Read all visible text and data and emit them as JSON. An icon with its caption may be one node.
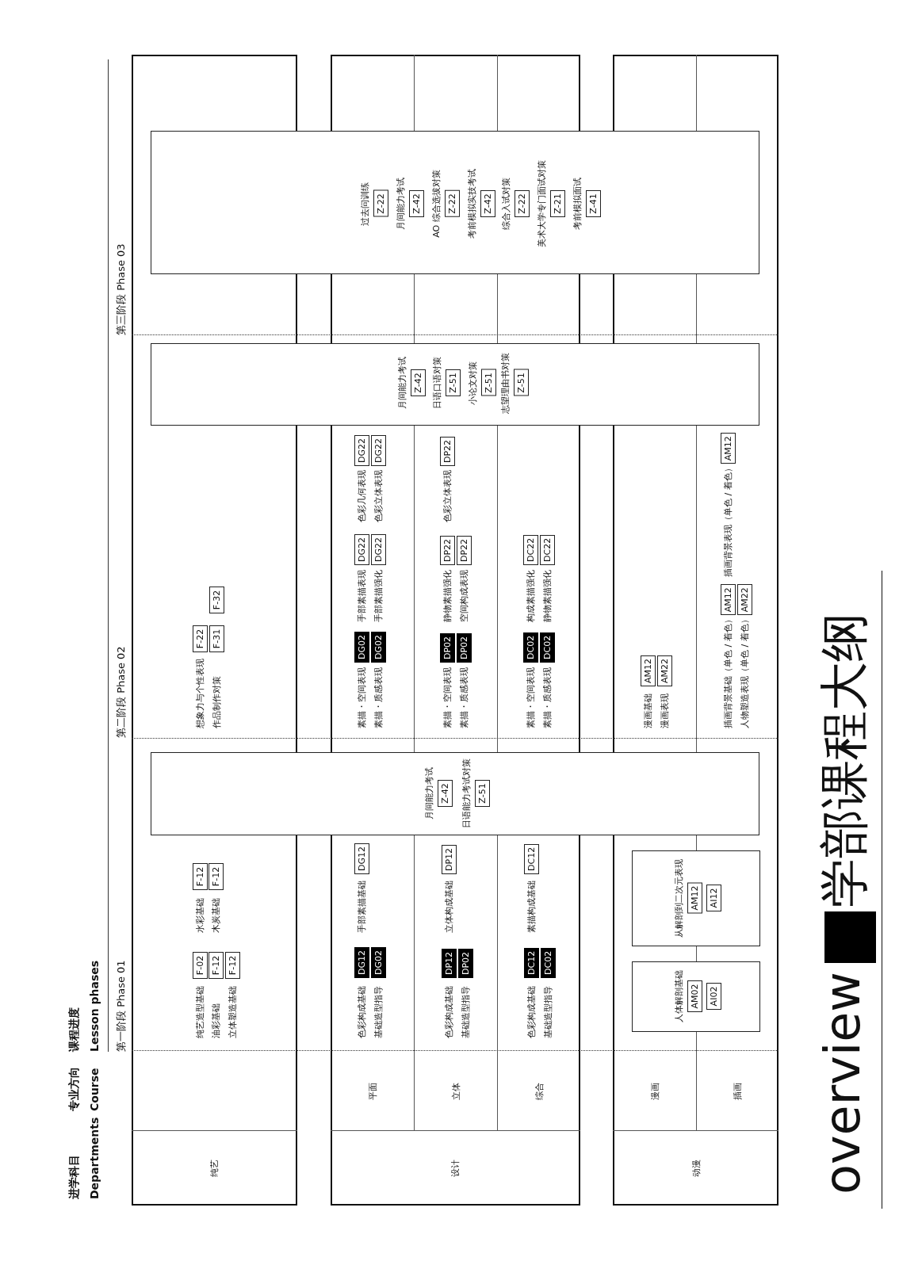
{
  "diagram": {
    "title": "学部课程大纲",
    "nodes": [
      {
        "text": [
          "纯艺"
        ]
      },
      {
        "text": [
          "设计"
        ]
      },
      {
        "text": [
          "平面"
        ]
      },
      {
        "text": [
          "立体"
        ]
      },
      {
        "text": [
          "综合"
        ]
      },
      {
        "text": [
          "动漫"
        ]
      },
      {
        "text": [
          "漫画"
        ]
      },
      {
        "text": [
          "插画"
        ]
      },
      {
        "text": [
          "F-02"
        ],
        "beside": [
          "纯艺造型基础"
        ]
      },
      {
        "text": [
          "F-12"
        ],
        "beside": [
          "油彩基础"
        ]
      },
      {
        "text": [
          "F-12"
        ],
        "beside": [
          "立体塑造基础"
        ]
      },
      {
        "text": [
          "F-12"
        ],
        "beside": [
          "水彩基础"
        ]
      },
      {
        "text": [
          "F-12"
        ],
        "beside": [
          "木炭基础"
        ]
      },
      {
        "text": [
          "DG12"
        ],
        "beside": [
          "色彩构成基础"
        ]
      },
      {
        "text": [
          "DG02"
        ],
        "beside": [
          "基础造型指导"
        ]
      },
      {
        "text": [
          "DG12"
        ],
        "beside": [
          "手部素描基础"
        ]
      },
      {
        "text": [
          "DP12"
        ],
        "beside": [
          "色彩构成基础"
        ]
      },
      {
        "text": [
          "DP02"
        ],
        "beside": [
          "基础造型指导"
        ]
      },
      {
        "text": [
          "DP12"
        ],
        "beside": [
          "立体构成基础"
        ]
      },
      {
        "text": [
          "DC12"
        ],
        "beside": [
          "色彩构成基础"
        ]
      },
      {
        "text": [
          "DC02"
        ],
        "beside": [
          "基础造型指导"
        ]
      },
      {
        "text": [
          "DC12"
        ],
        "beside": [
          "素描构成基础"
        ]
      },
      {
        "text": [],
        "shape": "box"
      },
      {
        "text": [
          "AM02"
        ],
        "beside": [
          "人体解剖基础"
        ],
        "in": 22
      },
      {
        "text": [
          "AI02"
        ],
        "in": 22
      },
      {
        "text": [],
        "shape": "box"
      },
      {
        "text": [
          "AM12"
        ],
        "beside": [
          "从解剖到二次元表现"
        ],
        "in": 25
      },
      {
        "text": [
          "AI12"
        ],
        "in": 25
      },
      {
        "text": [],
        "shape": "box"
      },
      {
        "text": [
          "Z-42"
        ],
        "beside": [
          "月间能力考试"
        ],
        "in": 28
      },
      {
        "text": [
          "Z-51"
        ],
        "beside": [
          "日语能力考试对策"
        ],
        "in": 28
      },
      {
        "text": [
          "F-22"
        ],
        "beside": [
          "想象力与个性表现"
        ]
      },
      {
        "text": [
          "F-31"
        ],
        "beside": [
          "作品制作对策"
        ]
      },
      {
        "text": [
          "F-32"
        ]
      },
      {
        "text": [
          "DG02"
        ],
        "beside": [
          "素描・空间表现"
        ]
      },
      {
        "text": [
          "DG02"
        ],
        "beside": [
          "素描・质感表现"
        ]
      },
      {
        "text": [
          "DG22"
        ],
        "beside": [
          "手部素描表现"
        ]
      },
      {
        "text": [
          "DG22"
        ],
        "beside": [
          "手部素描强化"
        ]
      },
      {
        "text": [
          "DG22"
        ],
        "beside": [
          "色彩几何表现"
        ]
      },
      {
        "text": [
          "DG22"
        ],
        "beside": [
          "色彩立体表现"
        ]
      },
      {
        "text": [
          "DP02"
        ],
        "beside": [
          "素描・空间表现"
        ]
      },
      {
        "text": [
          "DP02"
        ],
        "beside": [
          "素描・质感表现"
        ]
      },
      {
        "text": [
          "DP22"
        ],
        "beside": [
          "静物素描强化"
        ]
      },
      {
        "text": [
          "DP22"
        ],
        "beside": [
          "空间构成表现"
        ]
      },
      {
        "text": [
          "DP22"
        ],
        "beside": [
          "色彩立体表现"
        ]
      },
      {
        "text": [
          "DC02"
        ],
        "beside": [
          "素描・空间表现"
        ]
      },
      {
        "text": [
          "DC02"
        ],
        "beside": [
          "素描・质感表现"
        ]
      },
      {
        "text": [
          "DC22"
        ],
        "beside": [
          "构成素描强化"
        ]
      },
      {
        "text": [
          "DC22"
        ],
        "beside": [
          "静物素描强化"
        ]
      },
      {
        "text": [
          "AM12"
        ],
        "beside": [
          "漫画基础"
        ]
      },
      {
        "text": [
          "AM22"
        ],
        "beside": [
          "漫画表现"
        ]
      },
      {
        "text": [
          "AM12"
        ],
        "beside": [
          "插画背景基础（单色 / 着色）"
        ]
      },
      {
        "text": [
          "AM22"
        ],
        "beside": [
          "人物塑造表现（单色 / 着色）"
        ]
      },
      {
        "text": [
          "AM12"
        ],
        "beside": [
          "插画背景表现（单色 / 着色）"
        ]
      },
      {
        "text": [],
        "shape": "box"
      },
      {
        "text": [
          "Z-42"
        ],
        "beside": [
          "月间能力考试"
        ],
        "in": 54
      },
      {
        "text": [
          "Z-51"
        ],
        "beside": [
          "日语口语对策"
        ],
        "in": 54
      },
      {
        "text": [
          "Z-51"
        ],
        "beside": [
          "小论文对策"
        ],
        "in": 54
      },
      {
        "text": [
          "Z-51"
        ],
        "beside": [
          "志望理由书对策"
        ],
        "in": 54
      },
      {
        "text": [],
        "shape": "box"
      },
      {
        "text": [
          "Z-22"
        ],
        "beside": [
          "过去问训练"
        ],
        "in": 59
      },
      {
        "text": [
          "Z-42"
        ],
        "beside": [
          "月间能力考试"
        ],
        "in": 59
      },
      {
        "text": [
          "Z-22"
        ],
        "beside": [
          "AO 综合选拔对策"
        ],
        "in": 59
      },
      {
        "text": [
          "Z-42"
        ],
        "beside": [
          "考前模拟实技考试"
        ],
        "in": 59
      },
      {
        "text": [
          "Z-22"
        ],
        "beside": [
          "综合入试对策"
        ],
        "in": 59
      },
      {
        "text": [
          "Z-21"
        ],
        "beside": [
          "美术大学专门面试对策"
        ],
        "in": 59
      },
      {
        "text": [
          "Z-41"
        ],
        "beside": [
          "考前模拟面试"
        ],
        "in": 59
      }
    ],
    "edges": [],
    "labels": [
      "进学科目",
      "Departments",
      "专业方向",
      "Course",
      "课程进度",
      "Lesson phases",
      "第一阶段 Phase 01",
      "第二阶段 Phase 02",
      "第三阶段 Phase 03",
      "overview"
    ]
  }
}
